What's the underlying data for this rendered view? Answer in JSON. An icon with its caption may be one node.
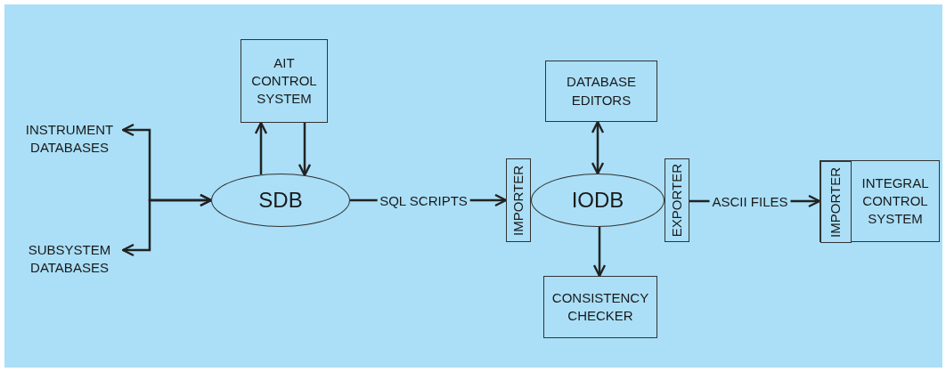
{
  "diagram": {
    "nodes": [
      {
        "text": [
          "INSTRUMENT DATABASES"
        ]
      },
      {
        "text": [
          "SUBSYSTEM DATABASES"
        ]
      },
      {
        "text": [
          "AIT CONTROL SYSTEM"
        ]
      },
      {
        "text": [
          "SDB"
        ]
      },
      {
        "text": [
          "DATABASE EDITORS"
        ]
      },
      {
        "text": [
          "IMPORTER"
        ]
      },
      {
        "text": [
          "IODB"
        ]
      },
      {
        "text": [
          "EXPORTER"
        ]
      },
      {
        "text": [
          "CONSISTENCY CHECKER"
        ]
      },
      {
        "text": [
          "INTEGRAL CONTROL SYSTEM"
        ]
      },
      {
        "text": [
          "IMPORTER"
        ],
        "in": 9
      }
    ],
    "edges": [
      {
        "from": 3,
        "to": 0,
        "arrow": "both"
      },
      {
        "from": 3,
        "to": 1,
        "arrow": "both"
      },
      {
        "from": 3,
        "to": 2,
        "arrow": "to"
      },
      {
        "from": 2,
        "to": 3,
        "arrow": "to"
      },
      {
        "from": 3,
        "to": 5,
        "arrow": "to",
        "label": "SQL SCRIPTS"
      },
      {
        "from": 6,
        "to": 4,
        "arrow": "both"
      },
      {
        "from": 6,
        "to": 8,
        "arrow": "to"
      },
      {
        "from": 7,
        "to": 10,
        "arrow": "to",
        "label": "ASCII FILES"
      }
    ]
  }
}
